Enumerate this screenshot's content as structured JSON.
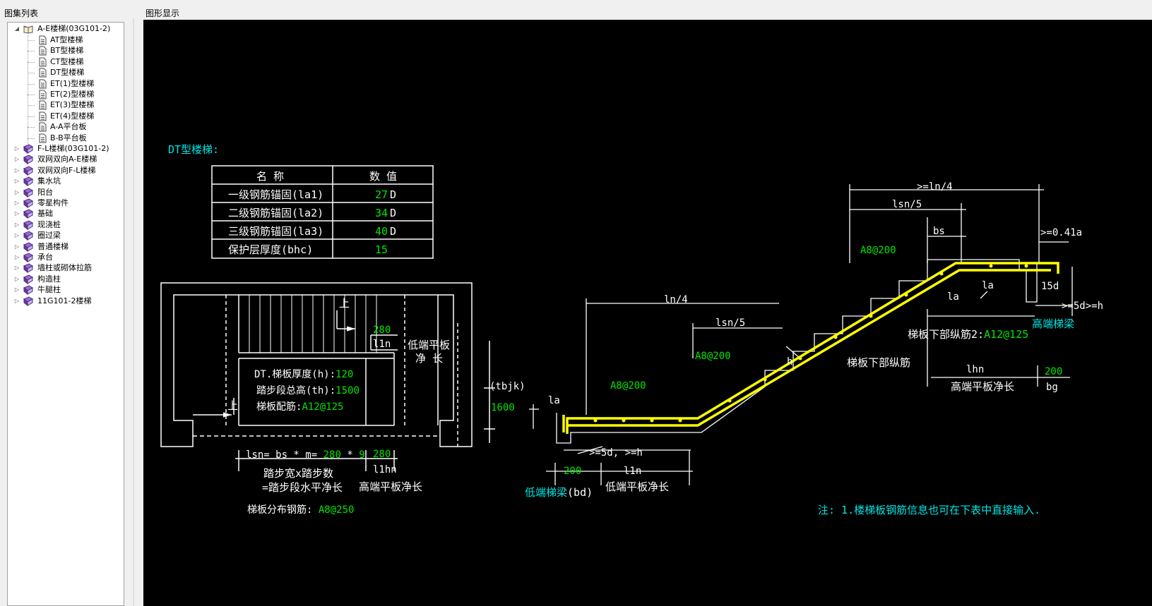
{
  "panels": {
    "left_title": "图集列表",
    "right_title": "图形显示"
  },
  "tree": {
    "root": {
      "label": "A-E楼梯(03G101-2)",
      "expanded": true
    },
    "root_children": [
      "AT型楼梯",
      "BT型楼梯",
      "CT型楼梯",
      "DT型楼梯",
      "ET(1)型楼梯",
      "ET(2)型楼梯",
      "ET(3)型楼梯",
      "ET(4)型楼梯",
      "A-A平台板",
      "B-B平台板"
    ],
    "groups": [
      "F-L楼梯(03G101-2)",
      "双网双向A-E楼梯",
      "双网双向F-L楼梯",
      "集水坑",
      "阳台",
      "零星构件",
      "基础",
      "现浇桩",
      "圈过梁",
      "普通楼梯",
      "承台",
      "墙柱或砌体拉筋",
      "构造柱",
      "牛腿柱",
      "11G101-2楼梯"
    ]
  },
  "drawing": {
    "title": "DT型楼梯:",
    "table": {
      "headers": [
        "名  称",
        "数  值"
      ],
      "rows": [
        {
          "name": "一级钢筋锚固(la1)",
          "value": "27",
          "unit": "D"
        },
        {
          "name": "二级钢筋锚固(la2)",
          "value": "34",
          "unit": "D"
        },
        {
          "name": "三级钢筋锚固(la3)",
          "value": "40",
          "unit": "D"
        },
        {
          "name": "保护层厚度(bhc)",
          "value": "15",
          "unit": ""
        }
      ]
    },
    "plan": {
      "up1": "上",
      "up2": "上",
      "v280_top": "280",
      "l1n": "l1n",
      "low_platform_l1": "低端平板",
      "low_platform_l2": "净  长",
      "thickness_label": "DT.梯板厚度(h):",
      "thickness_value": "120",
      "height_label": "踏步段总高(th):",
      "height_value": "1500",
      "rebar_label": "梯板配筋:",
      "rebar_value": "A12@125",
      "tbjk": "(tbjk)",
      "v1600": "1600",
      "lsn_prefix": "lsn= bs * m=",
      "lsn_bs": "280",
      "lsn_mul": "*",
      "lsn_m": "9",
      "v280_bottom": "280",
      "l1hn": "l1hn",
      "step_desc1": "踏步宽x踏步数",
      "step_desc2": "=踏步段水平净长",
      "high_platform": "高端平板净长",
      "dist_label": "梯板分布钢筋:",
      "dist_value": "A8@250"
    },
    "section": {
      "ge_ln4_top": ">=ln/4",
      "lsn5_top": "lsn/5",
      "bs": "bs",
      "ge041la": ">=0.41a",
      "a8_top": "A8@200",
      "la_top": "la",
      "la_mid": "la",
      "d15": "15d",
      "ge5d_right": ">=5d>=h",
      "high_beam": "高端梯梁",
      "bottom_long2_label": "梯板下部纵筋2:",
      "bottom_long2_value": "A12@125",
      "bottom_long_label": "梯板下部纵筋",
      "lhn": "lhn",
      "v200_right": "200",
      "high_platform_net": "高端平板净长",
      "bg": "bg",
      "ln4_left": "ln/4",
      "lsn5_left": "lsn/5",
      "a8_mid": "A8@200",
      "h": "h",
      "a8_low": "A8@200",
      "la_left": "la",
      "ge5d_left": ">=5d, >=h",
      "v200_left": "200",
      "l1n": "l1n",
      "low_beam": "低端梯梁",
      "bd": "(bd)",
      "low_platform_net": "低端平板净长"
    },
    "note": "注: 1.楼梯板钢筋信息也可在下表中直接输入.",
    "colors": {
      "white": "#ffffff",
      "green": "#00e600",
      "cyan": "#00e6e6",
      "yellow": "#ffff00",
      "background": "#000000"
    }
  }
}
